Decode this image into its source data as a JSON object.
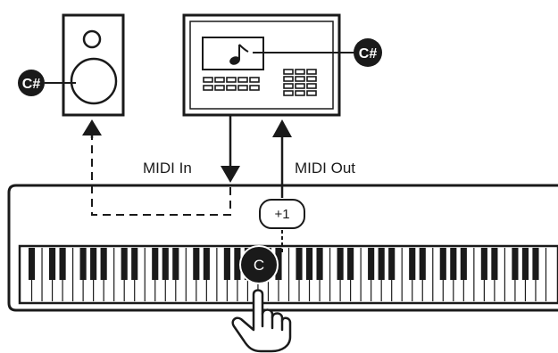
{
  "labels": {
    "midi_in": "MIDI In",
    "midi_out": "MIDI Out",
    "transpose": "+1"
  },
  "notes": {
    "speaker_note": "C#",
    "device_note": "C#",
    "pressed_key": "C"
  },
  "icons": {
    "device_display": "eighth-note-icon",
    "hand": "pointing-hand-icon"
  },
  "colors": {
    "ink": "#1a1a1a",
    "badge": "#1a1a1a",
    "background": "#ffffff"
  }
}
